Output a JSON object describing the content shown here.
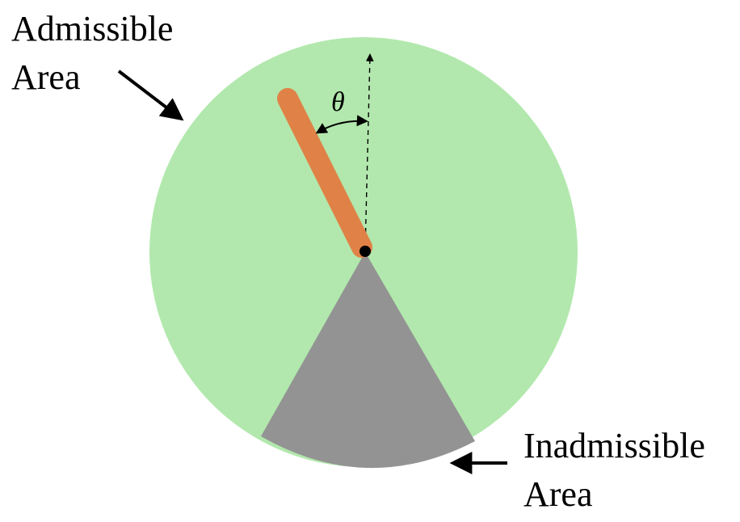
{
  "labels": {
    "admissible": {
      "line1": "Admissible",
      "line2": "Area"
    },
    "inadmissible": {
      "line1": "Inadmissible",
      "line2": "Area"
    },
    "angle_symbol": "θ"
  },
  "colors": {
    "admissible_fill": "#b2e8ad",
    "inadmissible_fill": "#939393",
    "pendulum": "#e08247",
    "pivot": "#000000",
    "arrow": "#000000",
    "text": "#000000"
  },
  "icons": {
    "pivot": "pivot-dot-icon",
    "arrows": "arrow-icon"
  }
}
